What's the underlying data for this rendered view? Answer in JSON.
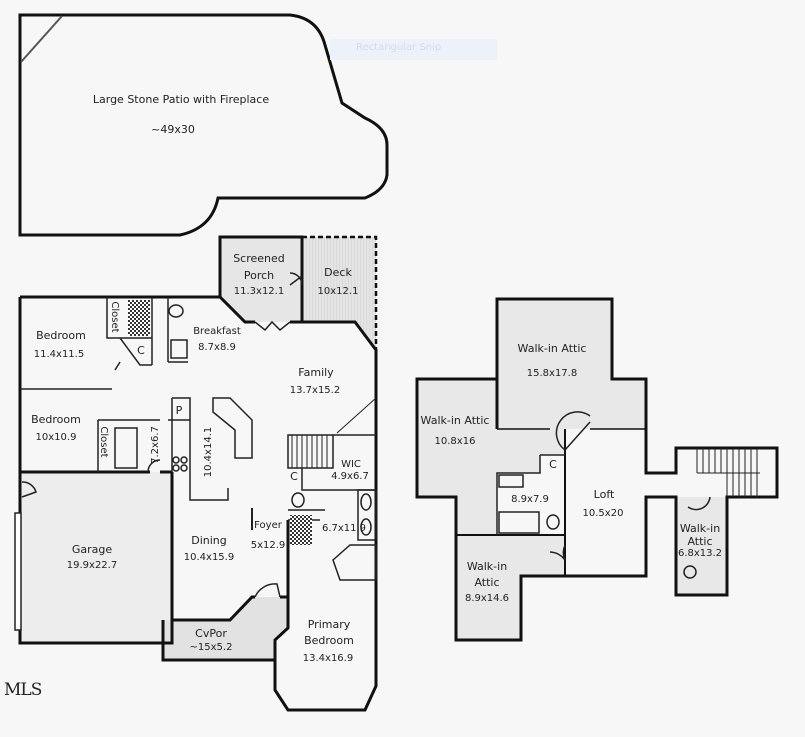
{
  "overlay": {
    "snip_label": "Rectangular Snip"
  },
  "logo": "MLS",
  "colors": {
    "background": "#f7f7f7",
    "wall": "#111111",
    "shaded_room": "#e6e6e6",
    "snip_bg": "#edf2fa"
  },
  "main_floor": {
    "patio": {
      "name": "Large Stone Patio with Fireplace",
      "size": "~49x30"
    },
    "screened_porch": {
      "name_line1": "Screened",
      "name_line2": "Porch",
      "size": "11.3x12.1"
    },
    "deck": {
      "name": "Deck",
      "size": "10x12.1"
    },
    "bedroom1": {
      "name": "Bedroom",
      "size": "11.4x11.5"
    },
    "closet1": "Closet",
    "closet_c1": "C",
    "breakfast": {
      "name": "Breakfast",
      "size": "8.7x8.9"
    },
    "family": {
      "name": "Family",
      "size": "13.7x15.2"
    },
    "bedroom2": {
      "name": "Bedroom",
      "size": "10x10.9"
    },
    "closet2": "Closet",
    "laundry_size": "7.2x6.7",
    "pantry": "P",
    "kitchen_size": "10.4x14.1",
    "wic": {
      "name": "WIC",
      "size": "4.9x6.7"
    },
    "closet_c2": "C",
    "garage": {
      "name": "Garage",
      "size": "19.9x22.7"
    },
    "dining": {
      "name": "Dining",
      "size": "10.4x15.9"
    },
    "foyer": {
      "name": "Foyer",
      "size": "5x12.9"
    },
    "primary_bath_size": "6.7x11.9",
    "cvpor": {
      "name": "CvPor",
      "size": "~15x5.2"
    },
    "primary_bedroom": {
      "name_line1": "Primary",
      "name_line2": "Bedroom",
      "size": "13.4x16.9"
    }
  },
  "upper_floor": {
    "attic_top": {
      "name": "Walk-in Attic",
      "size": "15.8x17.8"
    },
    "attic_left": {
      "name": "Walk-in Attic",
      "size": "10.8x16"
    },
    "closet_c": "C",
    "bath_size": "8.9x7.9",
    "loft": {
      "name": "Loft",
      "size": "10.5x20"
    },
    "attic_bottom": {
      "name_line1": "Walk-in",
      "name_line2": "Attic",
      "size": "8.9x14.6"
    },
    "attic_right": {
      "name_line1": "Walk-in",
      "name_line2": "Attic",
      "size": "6.8x13.2"
    }
  }
}
